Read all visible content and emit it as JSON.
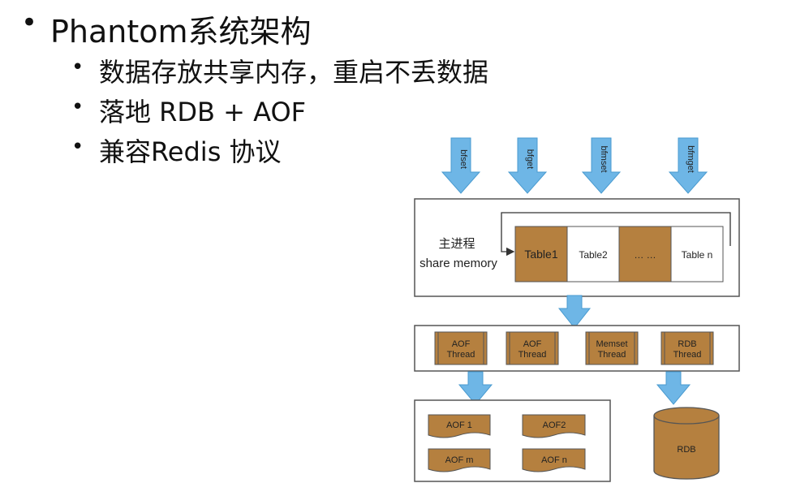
{
  "slide": {
    "title": "Phantom系统架构",
    "bullets": [
      "数据存放共享内存，重启不丢数据",
      "落地 RDB + AOF",
      "兼容Redis 协议"
    ]
  },
  "diagram": {
    "commands": [
      "bfset",
      "bfget",
      "bfmset",
      "bfmget"
    ],
    "main_process_label": "主进程",
    "share_memory_label": "share memory",
    "tables": [
      "Table1",
      "Table2",
      "… …",
      "Table n"
    ],
    "threads": [
      {
        "line1": "AOF",
        "line2": "Thread"
      },
      {
        "line1": "AOF",
        "line2": "Thread"
      },
      {
        "line1": "Memset",
        "line2": "Thread"
      },
      {
        "line1": "RDB",
        "line2": "Thread"
      }
    ],
    "aof_files": [
      "AOF 1",
      "AOF2",
      "AOF m",
      "AOF n"
    ],
    "rdb_label": "RDB",
    "colors": {
      "brown": "#B5803F",
      "blue_arrow": "#6EB6E6",
      "border": "#555555"
    }
  }
}
